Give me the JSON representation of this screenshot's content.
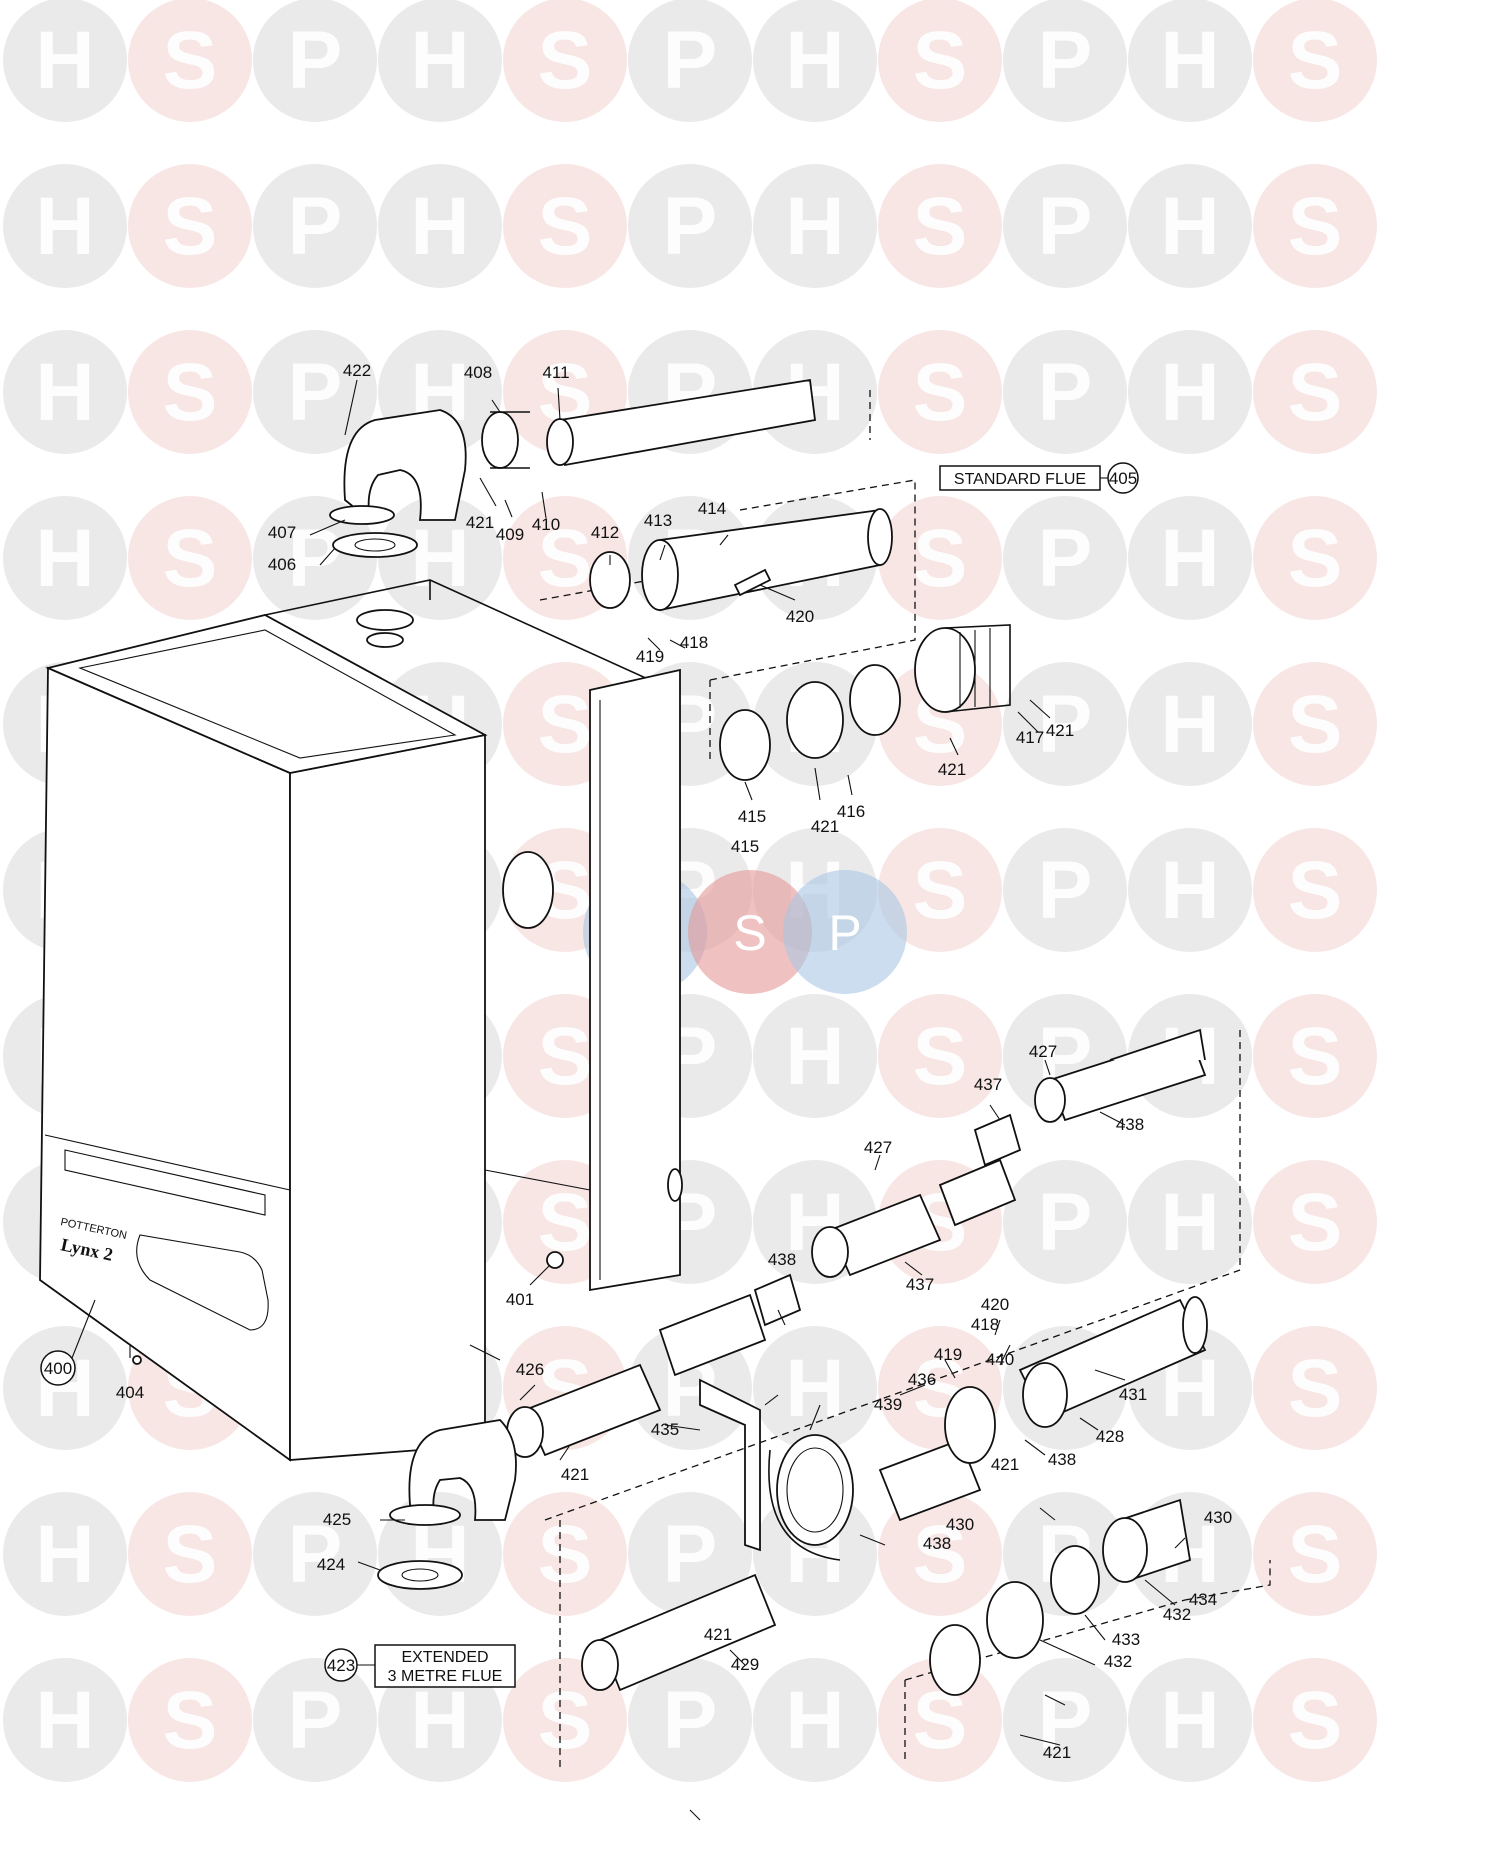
{
  "watermark": {
    "letters": [
      "H",
      "S",
      "P"
    ],
    "colors": {
      "grey": "#d9d9d9",
      "pink": "#f2d2d0",
      "blue": "#a9c7e2",
      "red": "#e59a98"
    }
  },
  "boxed_labels": {
    "standard_flue": "STANDARD FLUE",
    "extended_line1": "EXTENDED",
    "extended_line2": "3 METRE FLUE"
  },
  "circled_refs": {
    "standard_flue": "405",
    "extended_flue": "423",
    "boiler": "400"
  },
  "brand": {
    "manufacturer": "POTTERTON",
    "model": "Lynx 2"
  },
  "callouts": [
    "422",
    "408",
    "411",
    "407",
    "406",
    "421",
    "409",
    "410",
    "412",
    "413",
    "414",
    "420",
    "419",
    "418",
    "417",
    "421",
    "421",
    "416",
    "415",
    "415",
    "421",
    "437",
    "427",
    "438",
    "427",
    "437",
    "438",
    "401",
    "420",
    "418",
    "419",
    "440",
    "436",
    "426",
    "439",
    "435",
    "431",
    "428",
    "438",
    "430",
    "421",
    "430",
    "438",
    "425",
    "424",
    "421",
    "434",
    "432",
    "433",
    "432",
    "429",
    "421",
    "421",
    "404"
  ]
}
